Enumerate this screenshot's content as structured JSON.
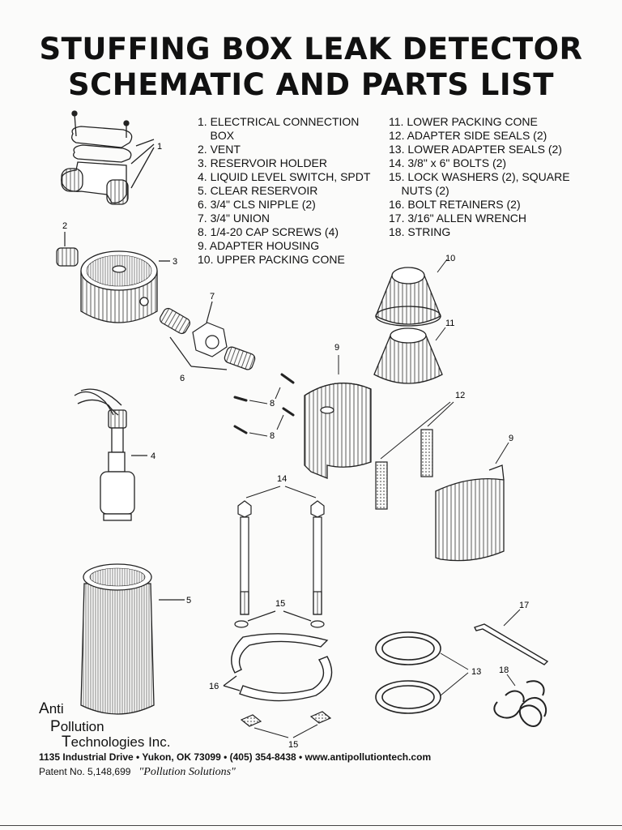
{
  "title_line1": "STUFFING BOX LEAK DETECTOR",
  "title_line2": "SCHEMATIC AND PARTS LIST",
  "parts_left": [
    "1. ELECTRICAL CONNECTION",
    "    BOX",
    "2. VENT",
    "3. RESERVOIR HOLDER",
    "4. LIQUID LEVEL SWITCH, SPDT",
    "5. CLEAR RESERVOIR",
    "6. 3/4\" CLS NIPPLE (2)",
    "7. 3/4\" UNION",
    "8. 1/4-20 CAP SCREWS (4)",
    "9. ADAPTER HOUSING",
    "10. UPPER PACKING CONE"
  ],
  "parts_right": [
    "11. LOWER PACKING CONE",
    "12. ADAPTER SIDE SEALS (2)",
    "13. LOWER ADAPTER SEALS (2)",
    "14. 3/8\" x 6\" BOLTS (2)",
    "15. LOCK WASHERS (2), SQUARE",
    "    NUTS (2)",
    "16. BOLT RETAINERS (2)",
    "17. 3/16\" ALLEN WRENCH",
    "18. STRING"
  ],
  "callouts": {
    "c1": "1",
    "c2": "2",
    "c3": "3",
    "c4": "4",
    "c5": "5",
    "c6": "6",
    "c7": "7",
    "c8a": "8",
    "c8b": "8",
    "c9a": "9",
    "c9b": "9",
    "c10": "10",
    "c11": "11",
    "c12": "12",
    "c13": "13",
    "c14": "14",
    "c15a": "15",
    "c15b": "15",
    "c16": "16",
    "c17": "17",
    "c18": "18"
  },
  "company": {
    "a_initial": "A",
    "a_rest": "nti",
    "p_initial": "P",
    "p_rest": "ollution",
    "t_initial": "T",
    "t_rest": "echnologies Inc.",
    "address": "1135 Industrial Drive • Yukon, OK 73099 • (405) 354-8438 • www.antipollutiontech.com",
    "patent": "Patent No. 5,148,699",
    "slogan": "\"Pollution Solutions\""
  }
}
